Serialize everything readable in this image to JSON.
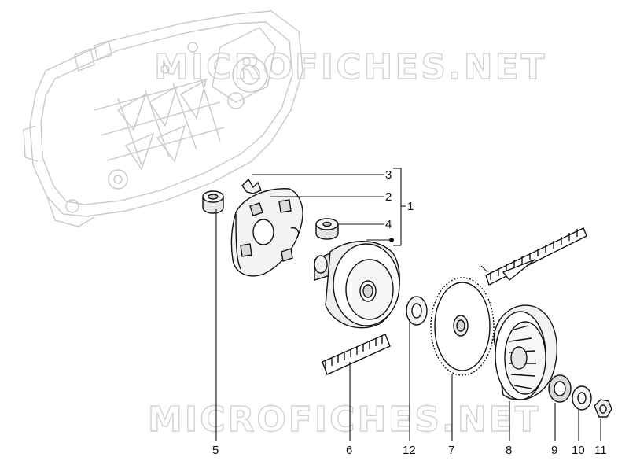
{
  "watermark": "MICROFICHES.NET",
  "callouts": {
    "c1": "1",
    "c2": "2",
    "c3": "3",
    "c4": "4",
    "c5": "5",
    "c6": "6",
    "c7": "7",
    "c8": "8",
    "c9": "9",
    "c10": "10",
    "c11": "11",
    "c12": "12"
  }
}
